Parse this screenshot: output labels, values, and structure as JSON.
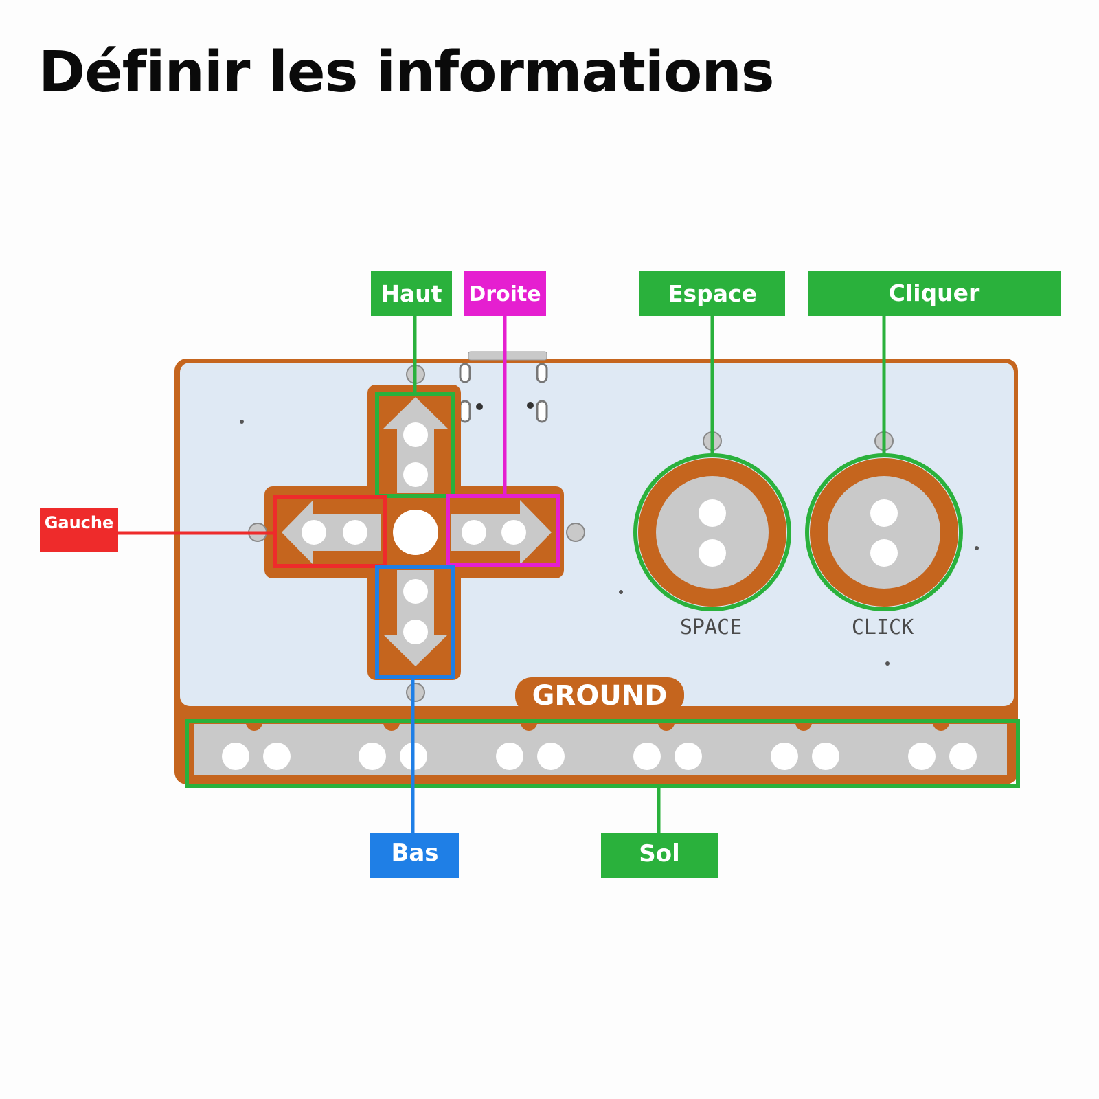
{
  "title": "Définir les informations",
  "labels": {
    "haut": "Haut",
    "droite": "Droite",
    "espace": "Espace",
    "cliquer": "Cliquer",
    "gauche": "Gauche",
    "bas": "Bas",
    "sol": "Sol"
  },
  "board": {
    "ground": "GROUND",
    "space": "SPACE",
    "click": "CLICK"
  },
  "colors": {
    "green": "#2ab13c",
    "magenta": "#e51fd0",
    "red": "#ee2b2b",
    "blue": "#1f7fe6",
    "board_white": "#dfe9f4",
    "copper": "#c5651e",
    "pad_grey": "#c9c9c9"
  }
}
